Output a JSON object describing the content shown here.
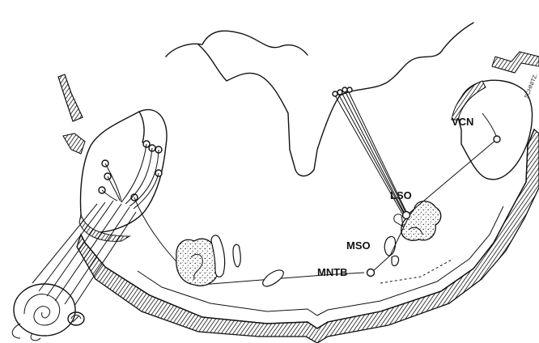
{
  "labels": {
    "vcn": "VCN",
    "lso": "LSO",
    "mso": "MSO",
    "mntb": "MNTB"
  },
  "signature": "SCHNITZ.",
  "colors": {
    "ink": "#111111",
    "paper": "#ffffff"
  }
}
